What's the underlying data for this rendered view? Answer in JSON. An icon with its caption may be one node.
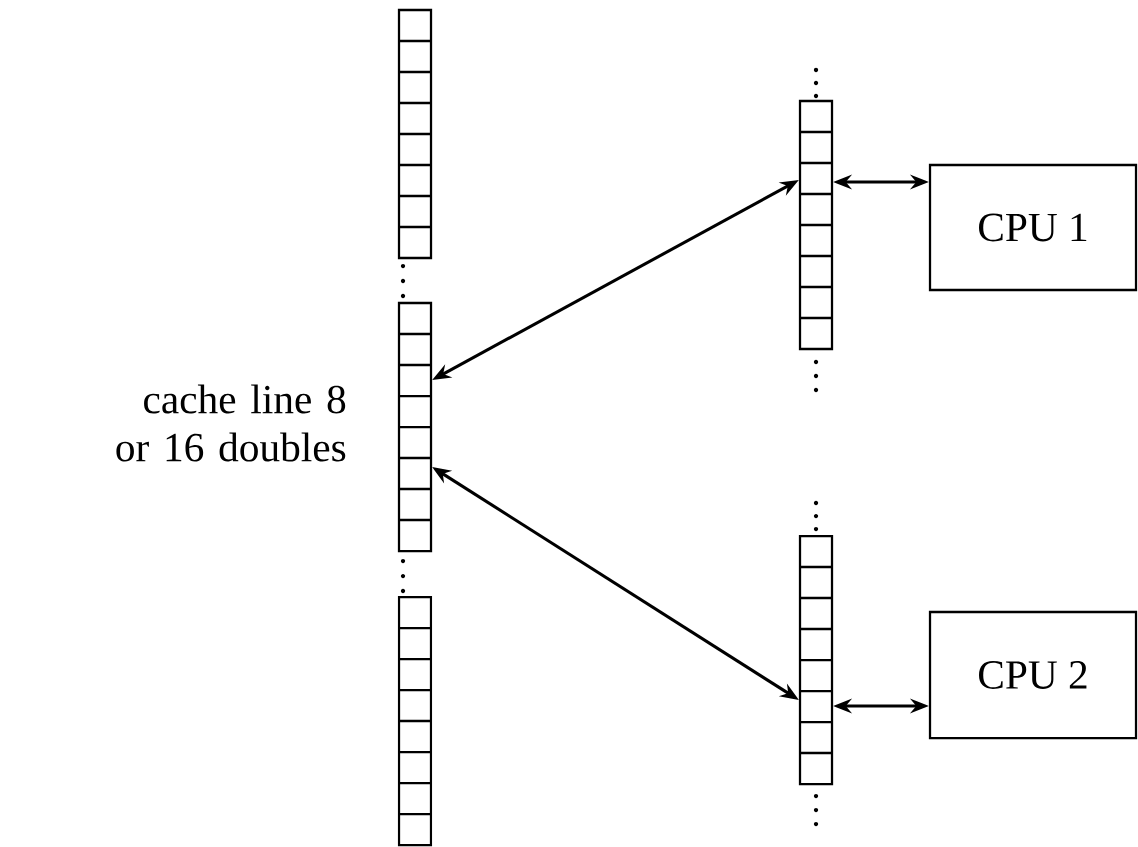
{
  "diagram": {
    "nodes": [
      {
        "text": [],
        "shape": "bar"
      },
      {
        "text": [],
        "shape": "bar",
        "beside": [
          "cache line 8 or 16 doubles"
        ]
      },
      {
        "text": [],
        "shape": "bar"
      },
      {
        "text": [],
        "shape": "bar"
      },
      {
        "text": [],
        "shape": "bar"
      },
      {
        "text": [
          "CPU 1"
        ]
      },
      {
        "text": [
          "CPU 2"
        ]
      }
    ],
    "edges": [
      {
        "from": 1,
        "to": 3,
        "arrow": "both"
      },
      {
        "from": 1,
        "to": 4,
        "arrow": "both"
      },
      {
        "from": 3,
        "to": 5,
        "arrow": "both"
      },
      {
        "from": 4,
        "to": 6,
        "arrow": "both"
      }
    ]
  }
}
